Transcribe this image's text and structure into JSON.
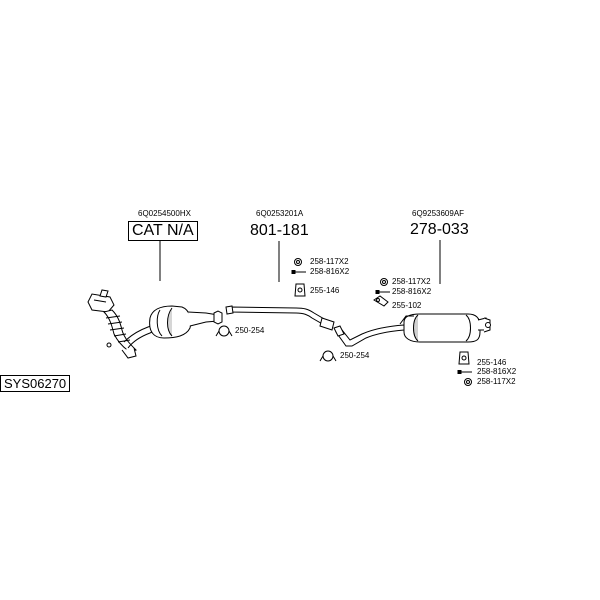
{
  "diagram_id": "SYS06270",
  "components": {
    "catalyst": {
      "oem": "6Q0254500HX",
      "part": "CAT N/A"
    },
    "middle_pipe": {
      "oem": "6Q0253201A",
      "part": "801-181"
    },
    "rear_silencer": {
      "oem": "6Q9253609AF",
      "part": "278-033"
    }
  },
  "fittings": {
    "clamp_1": "250-254",
    "clamp_2": "250-254",
    "mid_ring": "258-117X2",
    "mid_bolt": "258-816X2",
    "mid_rubber": "255-146",
    "rear_ring": "258-117X2",
    "rear_bolt": "258-816X2",
    "rear_bracket": "255-102",
    "tail_rubber": "255-146",
    "tail_bolt": "258-816X2",
    "tail_ring": "258-117X2"
  },
  "colors": {
    "line": "#000000",
    "pipe_fill": "#ffffff",
    "shade": "#cfcfcf"
  }
}
